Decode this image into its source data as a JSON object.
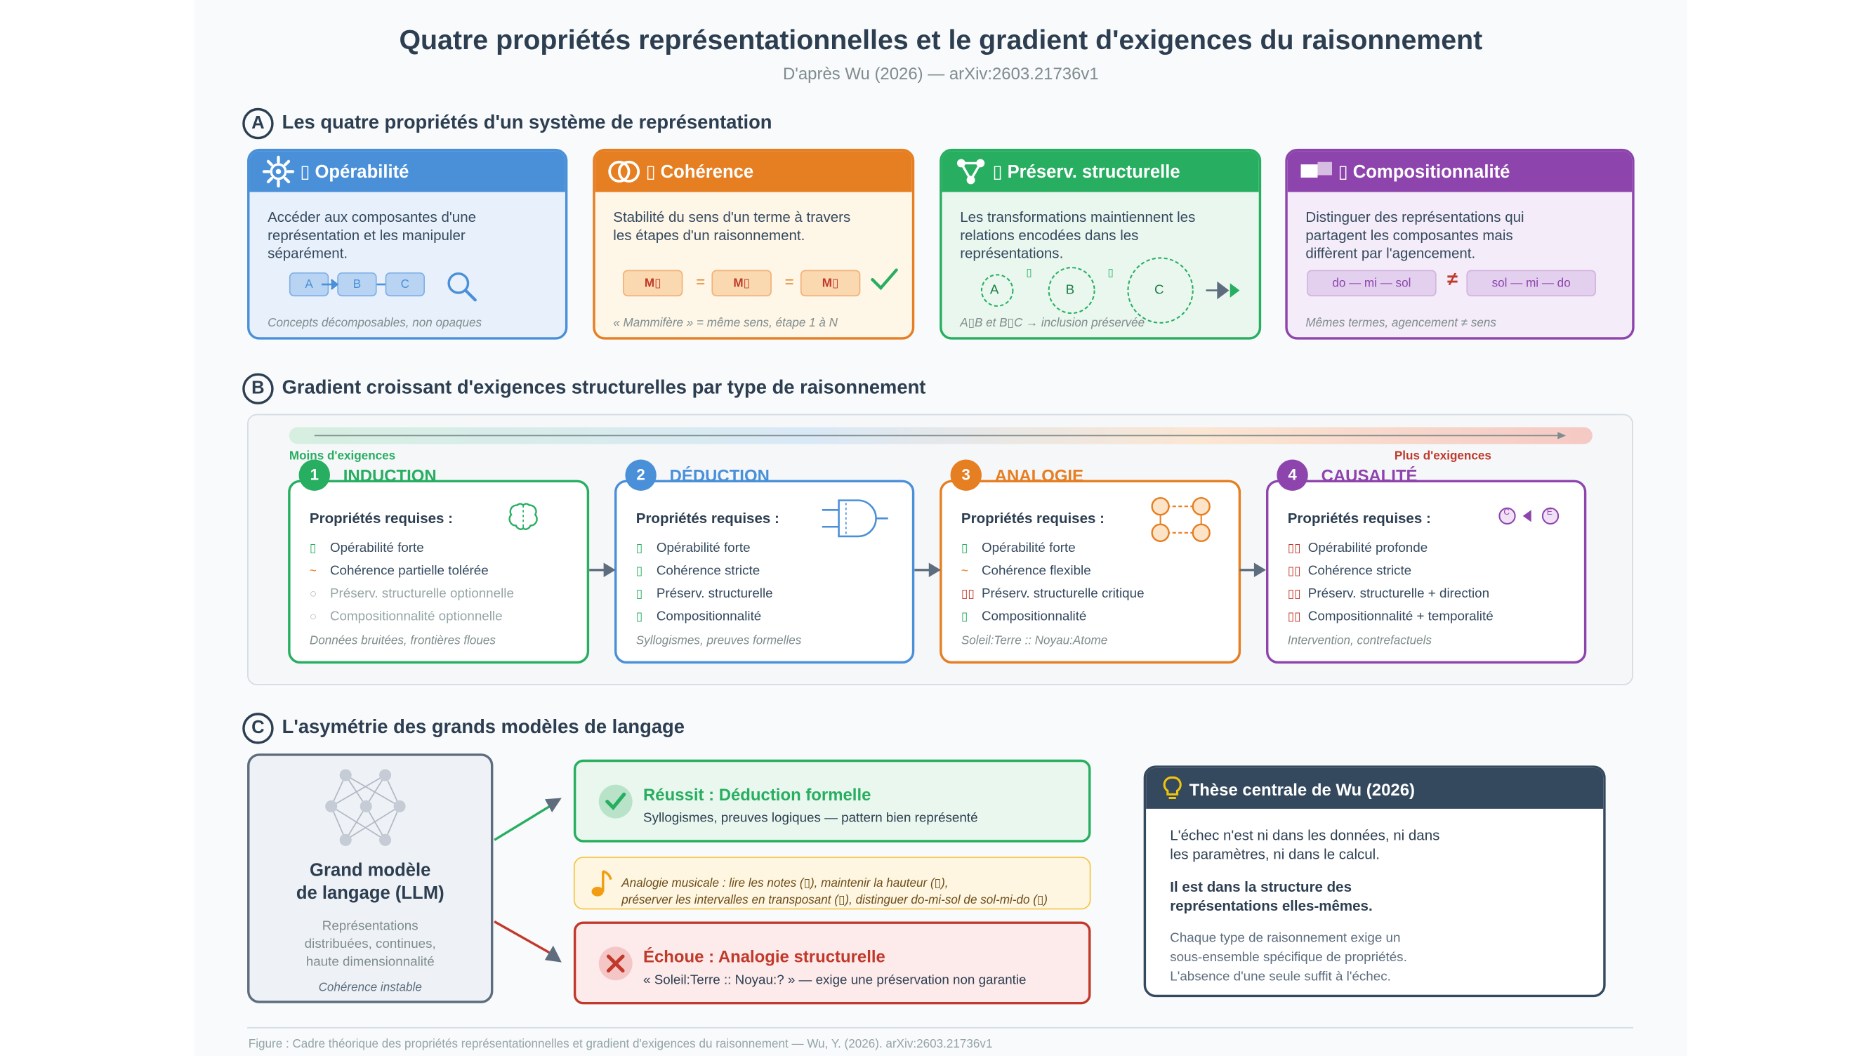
{
  "header": {
    "title": "Quatre propriétés représentationnelles et le gradient d'exigences du raisonnement",
    "subtitle": "D'après Wu (2026) — arXiv:2603.21736v1"
  },
  "section_a": {
    "letter": "A",
    "title": "Les quatre propriétés d'un système de représentation",
    "cards": [
      {
        "title": "▯ Opérabilité",
        "icon": "gear-icon",
        "color": "#4a90d9",
        "desc": "Accéder aux composantes d'une représentation et les manipuler séparément.",
        "chips": [
          "A",
          "B",
          "C"
        ],
        "foot": "Concepts décomposables, non opaques"
      },
      {
        "title": "▯ Cohérence",
        "icon": "linked-rings-icon",
        "color": "#e67e22",
        "desc": "Stabilité du sens d'un terme à travers les étapes d'un raisonnement.",
        "chips": [
          "M▯",
          "M▯",
          "M▯"
        ],
        "eq": "=",
        "foot": "« Mammifère » = même sens, étape 1 à N"
      },
      {
        "title": "▯ Préserv. structurelle",
        "icon": "network-icon",
        "color": "#27ae60",
        "desc": "Les transformations maintiennent les relations encodées dans les représentations.",
        "circles": [
          "A",
          "B",
          "C"
        ],
        "subset": "▯",
        "foot": "A▯B et B▯C → inclusion préservée"
      },
      {
        "title": "▯ Compositionnalité",
        "icon": "blocks-icon",
        "color": "#8e44ad",
        "desc": "Distinguer des représentations qui partagent les composantes mais diffèrent par l'agencement.",
        "chips": [
          "do — mi — sol",
          "sol — mi — do"
        ],
        "neq": "≠",
        "foot": "Mêmes termes, agencement ≠ sens"
      }
    ]
  },
  "section_b": {
    "letter": "B",
    "title": "Gradient croissant d'exigences structurelles par type de raisonnement",
    "low_label": "Moins d'exigences",
    "high_label": "Plus d'exigences",
    "required_label": "Propriétés requises :",
    "types": [
      {
        "num": "1",
        "name": "INDUCTION",
        "color": "#27ae60",
        "icon": "brain-icon",
        "props": [
          {
            "mark": "▯",
            "text": "Opérabilité forte",
            "mark_color": "#27ae60",
            "muted": false
          },
          {
            "mark": "~",
            "text": "Cohérence partielle tolérée",
            "mark_color": "#e67e22",
            "muted": false
          },
          {
            "mark": "○",
            "text": "Préserv. structurelle optionnelle",
            "mark_color": "#b0b8c0",
            "muted": true
          },
          {
            "mark": "○",
            "text": "Compositionnalité optionnelle",
            "mark_color": "#b0b8c0",
            "muted": true
          }
        ],
        "example": "Données bruitées, frontières floues"
      },
      {
        "num": "2",
        "name": "DÉDUCTION",
        "color": "#4a90d9",
        "icon": "logic-gate-icon",
        "props": [
          {
            "mark": "▯",
            "text": "Opérabilité forte",
            "mark_color": "#27ae60",
            "muted": false
          },
          {
            "mark": "▯",
            "text": "Cohérence stricte",
            "mark_color": "#27ae60",
            "muted": false
          },
          {
            "mark": "▯",
            "text": "Préserv. structurelle",
            "mark_color": "#27ae60",
            "muted": false
          },
          {
            "mark": "▯",
            "text": "Compositionnalité",
            "mark_color": "#27ae60",
            "muted": false
          }
        ],
        "example": "Syllogismes, preuves formelles"
      },
      {
        "num": "3",
        "name": "ANALOGIE",
        "color": "#e67e22",
        "icon": "mapping-icon",
        "props": [
          {
            "mark": "▯",
            "text": "Opérabilité forte",
            "mark_color": "#27ae60",
            "muted": false
          },
          {
            "mark": "~",
            "text": "Cohérence flexible",
            "mark_color": "#e67e22",
            "muted": false
          },
          {
            "mark": "▯▯",
            "text": "Préserv. structurelle critique",
            "mark_color": "#c0392b",
            "muted": false
          },
          {
            "mark": "▯",
            "text": "Compositionnalité",
            "mark_color": "#27ae60",
            "muted": false
          }
        ],
        "example": "Soleil:Terre :: Noyau:Atome"
      },
      {
        "num": "4",
        "name": "CAUSALITÉ",
        "color": "#8e44ad",
        "icon": "cause-effect-icon",
        "icon_labels": [
          "C",
          "E"
        ],
        "props": [
          {
            "mark": "▯▯",
            "text": "Opérabilité profonde",
            "mark_color": "#c0392b",
            "muted": false
          },
          {
            "mark": "▯▯",
            "text": "Cohérence stricte",
            "mark_color": "#c0392b",
            "muted": false
          },
          {
            "mark": "▯▯",
            "text": "Préserv. structurelle + direction",
            "mark_color": "#c0392b",
            "muted": false
          },
          {
            "mark": "▯▯",
            "text": "Compositionnalité + temporalité",
            "mark_color": "#c0392b",
            "muted": false
          }
        ],
        "example": "Intervention, contrefactuels"
      }
    ]
  },
  "section_c": {
    "letter": "C",
    "title": "L'asymétrie des grands modèles de langage",
    "llm": {
      "title_line1": "Grand modèle",
      "title_line2": "de langage (LLM)",
      "desc_lines": [
        "Représentations",
        "distribuées, continues,",
        "haute dimensionnalité"
      ],
      "note": "Cohérence instable"
    },
    "success": {
      "title": "Réussit : Déduction formelle",
      "desc": "Syllogismes, preuves logiques — pattern bien représenté"
    },
    "music": {
      "line1": "Analogie musicale : lire les notes (▯), maintenir la hauteur (▯),",
      "line2": "préserver les intervalles en transposant (▯), distinguer do-mi-sol de sol-mi-do (▯)"
    },
    "failure": {
      "title": "Échoue : Analogie structurelle",
      "desc": "« Soleil:Terre :: Noyau:? » — exige une préservation non garantie"
    },
    "thesis": {
      "title": "Thèse centrale de Wu (2026)",
      "p1_line1": "L'échec n'est ni dans les données, ni dans",
      "p1_line2": "les paramètres, ni dans le calcul.",
      "p2_line1": "Il est dans la structure des",
      "p2_line2": "représentations elles-mêmes.",
      "p3_line1": "Chaque type de raisonnement exige un",
      "p3_line2": "sous-ensemble spécifique de propriétés.",
      "p3_line3": "L'absence d'une seule suffit à l'échec."
    }
  },
  "footer": {
    "caption": "Figure : Cadre théorique des propriétés représentationnelles et gradient d'exigences du raisonnement — Wu, Y. (2026). arXiv:2603.21736v1"
  }
}
